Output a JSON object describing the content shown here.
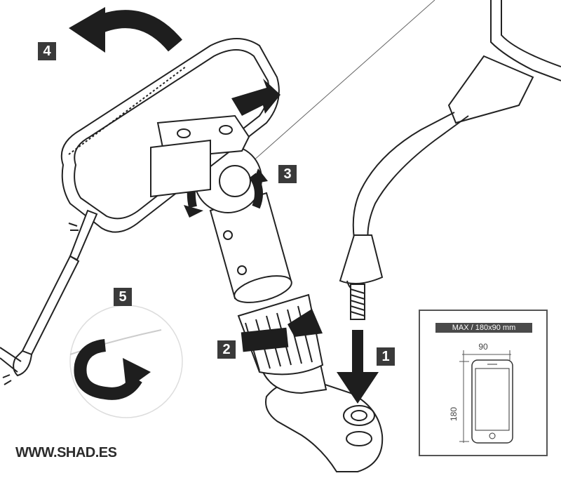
{
  "steps": {
    "one": "1",
    "two": "2",
    "three": "3",
    "four": "4",
    "five": "5"
  },
  "brand_url": "WWW.SHAD.ES",
  "spec": {
    "title": "MAX / 180x90 mm",
    "width_label": "90",
    "height_label": "180"
  },
  "colors": {
    "ink": "#1e1e1e",
    "badge": "#3a3a3a",
    "line": "#555555"
  }
}
